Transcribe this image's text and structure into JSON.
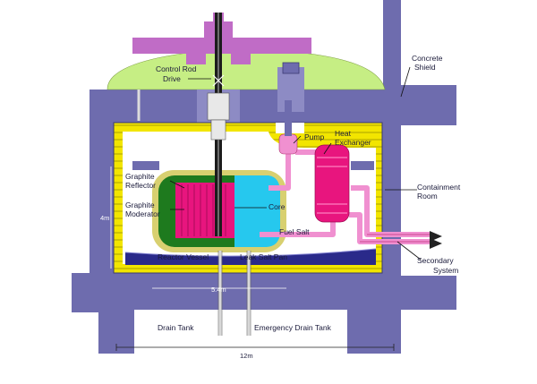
{
  "diagram": {
    "labels": {
      "control_rod_drive_1": "Control Rod",
      "control_rod_drive_2": "Drive",
      "concrete_shield_1": "Concrete",
      "concrete_shield_2": "Shield",
      "pump": "Pump",
      "heat_exchanger_1": "Heat",
      "heat_exchanger_2": "Exchanger",
      "graphite_reflector_1": "Graphite",
      "graphite_reflector_2": "Reflector",
      "graphite_moderator_1": "Graphite",
      "graphite_moderator_2": "Moderator",
      "core": "Core",
      "fuel_salt": "Fuel Salt",
      "containment_room_1": "Containment",
      "containment_room_2": "Room",
      "reactor_vessel": "Reactor Vessel",
      "leak_salt_pan": "Leak Salt Pan",
      "secondary_system_1": "Secondary",
      "secondary_system_2": "System",
      "drain_tank": "Drain Tank",
      "emergency_drain_tank": "Emergency Drain Tank",
      "dim_height": "4m",
      "dim_vessel_width": "5.4m",
      "dim_overall_width": "12m"
    },
    "colors": {
      "concrete": "#6e6cae",
      "concrete_dark": "#55538f",
      "containment_lining": "#f2e500",
      "dome": "#c6ee84",
      "drive_housing": "#c06cc6",
      "reflector": "#1e7a1e",
      "core": "#e8157e",
      "fuel_salt": "#26c8ee",
      "vessel_shell": "#d8d070",
      "piping": "#f090d0",
      "pan": "#2a2a8a",
      "room": "#ffffff"
    }
  }
}
